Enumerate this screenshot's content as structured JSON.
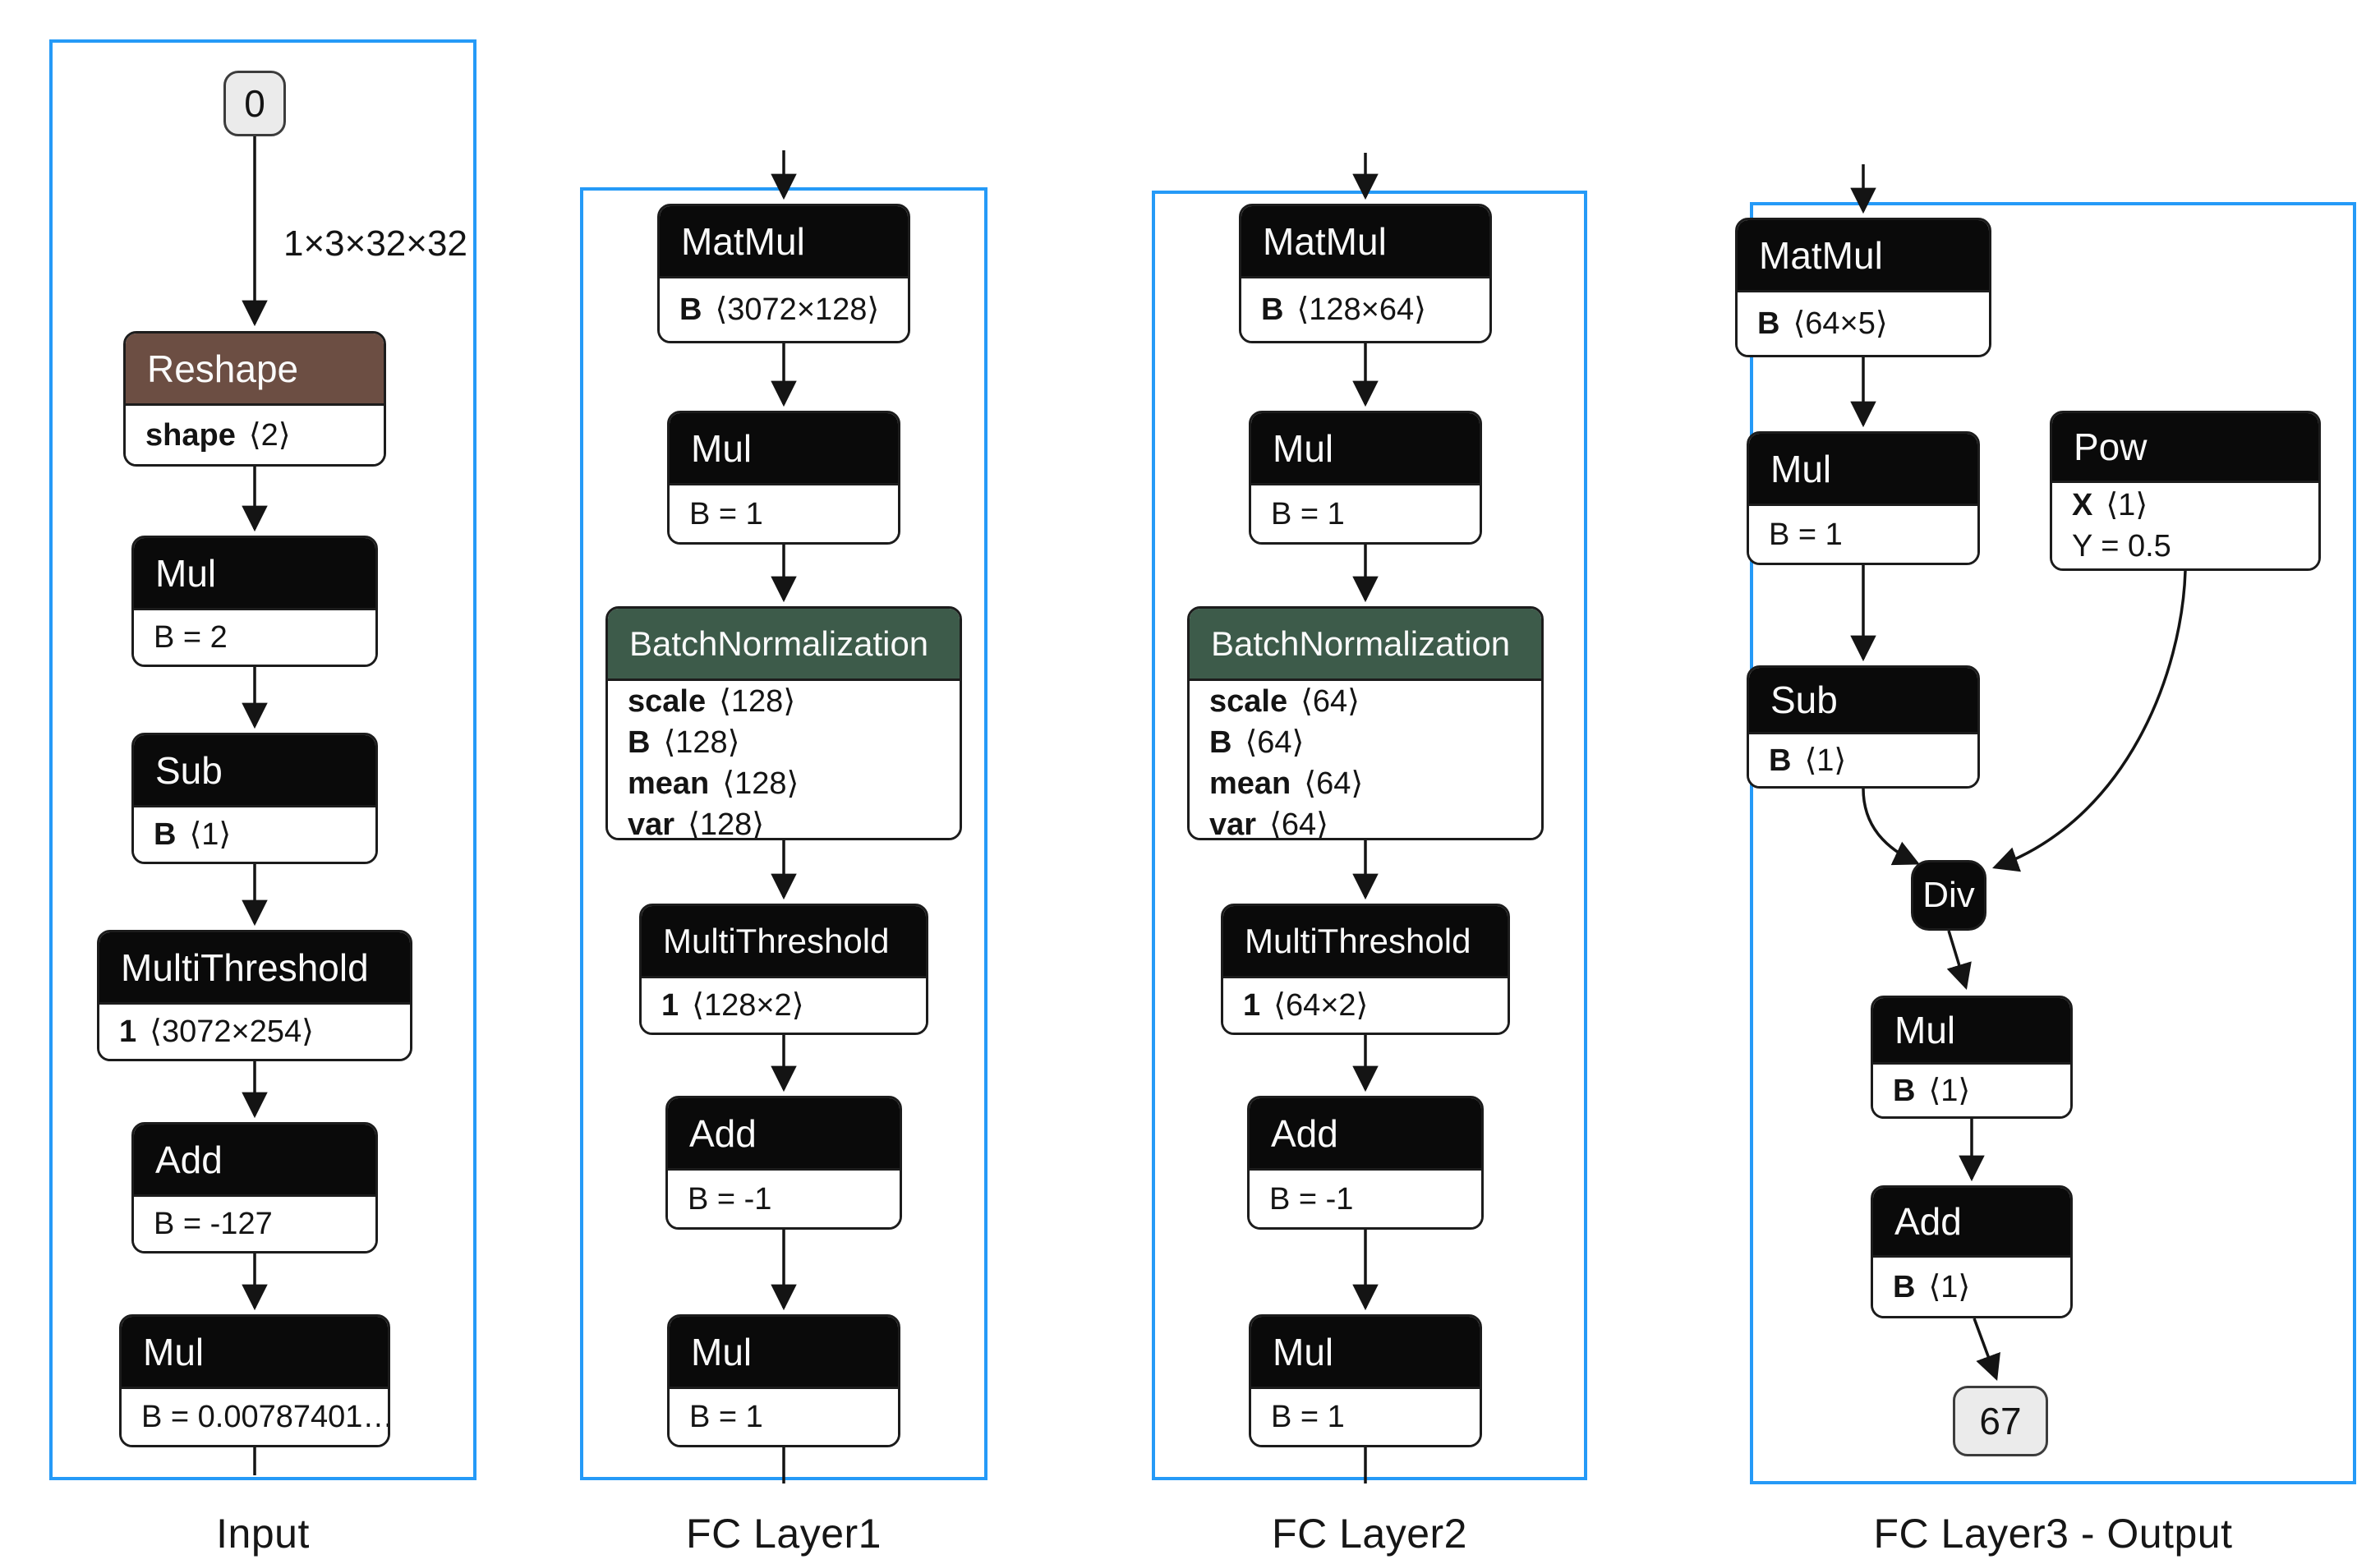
{
  "palette": {
    "group_border_blue": "#259af7",
    "node_header_black": "#0a0a0a",
    "reshape_header_brown": "#6c4e43",
    "batchnorm_header_green": "#3d5b4a",
    "io_node_gray": "#ebebeb",
    "edge_black": "#141414"
  },
  "groups": [
    {
      "label": "Input",
      "io": {
        "text": "0"
      },
      "edge_label": "1×3×32×32",
      "nodes": [
        {
          "title": "Reshape",
          "attrs": [
            {
              "k": "shape",
              "v": "⟨2⟩"
            }
          ]
        },
        {
          "title": "Mul",
          "attrs": [
            {
              "k": "",
              "v": "B = 2"
            }
          ]
        },
        {
          "title": "Sub",
          "attrs": [
            {
              "k": "B",
              "v": "⟨1⟩"
            }
          ]
        },
        {
          "title": "MultiThreshold",
          "attrs": [
            {
              "k": "1",
              "v": "⟨3072×254⟩"
            }
          ]
        },
        {
          "title": "Add",
          "attrs": [
            {
              "k": "",
              "v": "B = -127"
            }
          ]
        },
        {
          "title": "Mul",
          "attrs": [
            {
              "k": "",
              "v": "B = 0.00787401…"
            }
          ]
        }
      ]
    },
    {
      "label": "FC Layer1",
      "nodes": [
        {
          "title": "MatMul",
          "attrs": [
            {
              "k": "B",
              "v": "⟨3072×128⟩"
            }
          ]
        },
        {
          "title": "Mul",
          "attrs": [
            {
              "k": "",
              "v": "B = 1"
            }
          ]
        },
        {
          "title": "BatchNormalization",
          "attrs": [
            {
              "k": "scale",
              "v": "⟨128⟩"
            },
            {
              "k": "B",
              "v": "⟨128⟩"
            },
            {
              "k": "mean",
              "v": "⟨128⟩"
            },
            {
              "k": "var",
              "v": "⟨128⟩"
            }
          ]
        },
        {
          "title": "MultiThreshold",
          "attrs": [
            {
              "k": "1",
              "v": "⟨128×2⟩"
            }
          ]
        },
        {
          "title": "Add",
          "attrs": [
            {
              "k": "",
              "v": "B = -1"
            }
          ]
        },
        {
          "title": "Mul",
          "attrs": [
            {
              "k": "",
              "v": "B = 1"
            }
          ]
        }
      ]
    },
    {
      "label": "FC Layer2",
      "nodes": [
        {
          "title": "MatMul",
          "attrs": [
            {
              "k": "B",
              "v": "⟨128×64⟩"
            }
          ]
        },
        {
          "title": "Mul",
          "attrs": [
            {
              "k": "",
              "v": "B = 1"
            }
          ]
        },
        {
          "title": "BatchNormalization",
          "attrs": [
            {
              "k": "scale",
              "v": "⟨64⟩"
            },
            {
              "k": "B",
              "v": "⟨64⟩"
            },
            {
              "k": "mean",
              "v": "⟨64⟩"
            },
            {
              "k": "var",
              "v": "⟨64⟩"
            }
          ]
        },
        {
          "title": "MultiThreshold",
          "attrs": [
            {
              "k": "1",
              "v": "⟨64×2⟩"
            }
          ]
        },
        {
          "title": "Add",
          "attrs": [
            {
              "k": "",
              "v": "B = -1"
            }
          ]
        },
        {
          "title": "Mul",
          "attrs": [
            {
              "k": "",
              "v": "B = 1"
            }
          ]
        }
      ]
    },
    {
      "label": "FC Layer3 - Output",
      "io": {
        "text": "67"
      },
      "nodes": [
        {
          "title": "MatMul",
          "attrs": [
            {
              "k": "B",
              "v": "⟨64×5⟩"
            }
          ]
        },
        {
          "title": "Mul",
          "attrs": [
            {
              "k": "",
              "v": "B = 1"
            }
          ]
        },
        {
          "title": "Pow",
          "attrs": [
            {
              "k": "X",
              "v": "⟨1⟩"
            },
            {
              "k": "",
              "v": "Y = 0.5"
            }
          ]
        },
        {
          "title": "Sub",
          "attrs": [
            {
              "k": "B",
              "v": "⟨1⟩"
            }
          ]
        },
        {
          "title": "Div",
          "attrs": []
        },
        {
          "title": "Mul",
          "attrs": [
            {
              "k": "B",
              "v": "⟨1⟩"
            }
          ]
        },
        {
          "title": "Add",
          "attrs": [
            {
              "k": "B",
              "v": "⟨1⟩"
            }
          ]
        }
      ]
    }
  ]
}
